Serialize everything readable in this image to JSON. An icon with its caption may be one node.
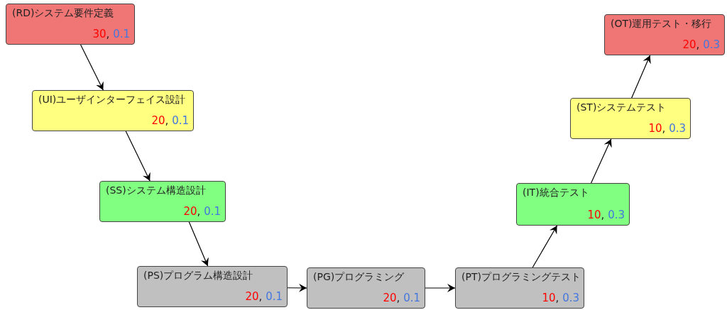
{
  "diagram": {
    "nodes": [
      {
        "text": [
          "(RD)システム要件定義",
          "30, 0.1"
        ]
      },
      {
        "text": [
          "(UI)ユーザインターフェイス設計",
          "20, 0.1"
        ]
      },
      {
        "text": [
          "(SS)システム構造設計",
          "20, 0.1"
        ]
      },
      {
        "text": [
          "(PS)プログラム構造設計",
          "20, 0.1"
        ]
      },
      {
        "text": [
          "(PG)プログラミング",
          "20, 0.1"
        ]
      },
      {
        "text": [
          "(PT)プログラミングテスト",
          "10, 0.3"
        ]
      },
      {
        "text": [
          "(IT)統合テスト",
          "10, 0.3"
        ]
      },
      {
        "text": [
          "(ST)システムテスト",
          "10, 0.3"
        ]
      },
      {
        "text": [
          "(OT)運用テスト・移行",
          "20, 0.3"
        ]
      }
    ],
    "edges": [
      {
        "from": 0,
        "to": 1,
        "arrow": "to"
      },
      {
        "from": 1,
        "to": 2,
        "arrow": "to"
      },
      {
        "from": 2,
        "to": 3,
        "arrow": "to"
      },
      {
        "from": 3,
        "to": 4,
        "arrow": "to"
      },
      {
        "from": 4,
        "to": 5,
        "arrow": "to"
      },
      {
        "from": 5,
        "to": 6,
        "arrow": "to"
      },
      {
        "from": 6,
        "to": 7,
        "arrow": "to"
      },
      {
        "from": 7,
        "to": 8,
        "arrow": "to"
      }
    ]
  }
}
